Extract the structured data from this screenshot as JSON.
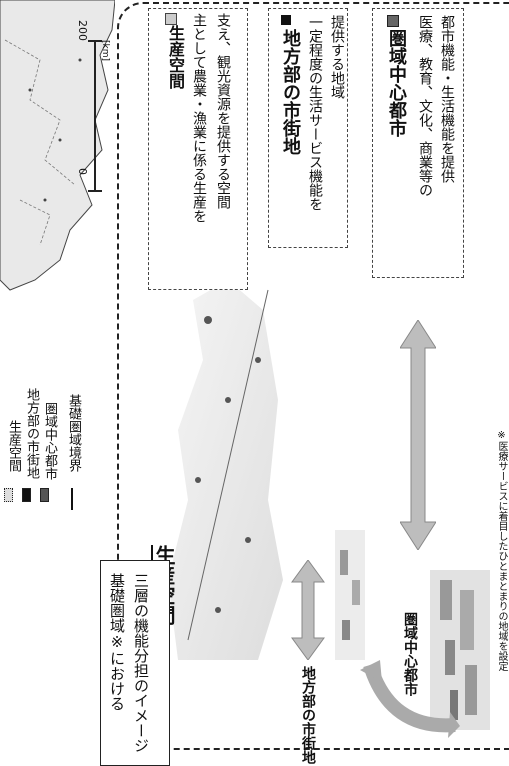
{
  "map": {
    "scale_zero": "0",
    "scale_max": "200",
    "scale_unit": "[km]"
  },
  "legend": {
    "production": "生産空間",
    "local_town": "地方部の市街地",
    "regional_city": "圏域中心都市",
    "boundary": "基礎圏域境界"
  },
  "diagram": {
    "production_label": "生産空間",
    "local_town_label": "地方部の市街地",
    "regional_city_label": "圏域中心都市"
  },
  "boxes": {
    "production": {
      "title": "生産空間",
      "line1": "主として農業・漁業に係る生産を",
      "line2": "支え、観光資源を提供する空間"
    },
    "local_town": {
      "title": "地方部の市街地",
      "line1": "一定程度の生活サービス機能を",
      "line2": "提供する地域"
    },
    "regional_city": {
      "title": "圏域中心都市",
      "line1": "医療、教育、文化、商業等の",
      "line2": "都市機能・生活機能を提供"
    }
  },
  "caption": {
    "line1": "基礎圏域※における",
    "line2": "三層の機能分担のイメージ"
  },
  "footnote": "※医療サービスに着目したひとまとまりの地域を設定"
}
